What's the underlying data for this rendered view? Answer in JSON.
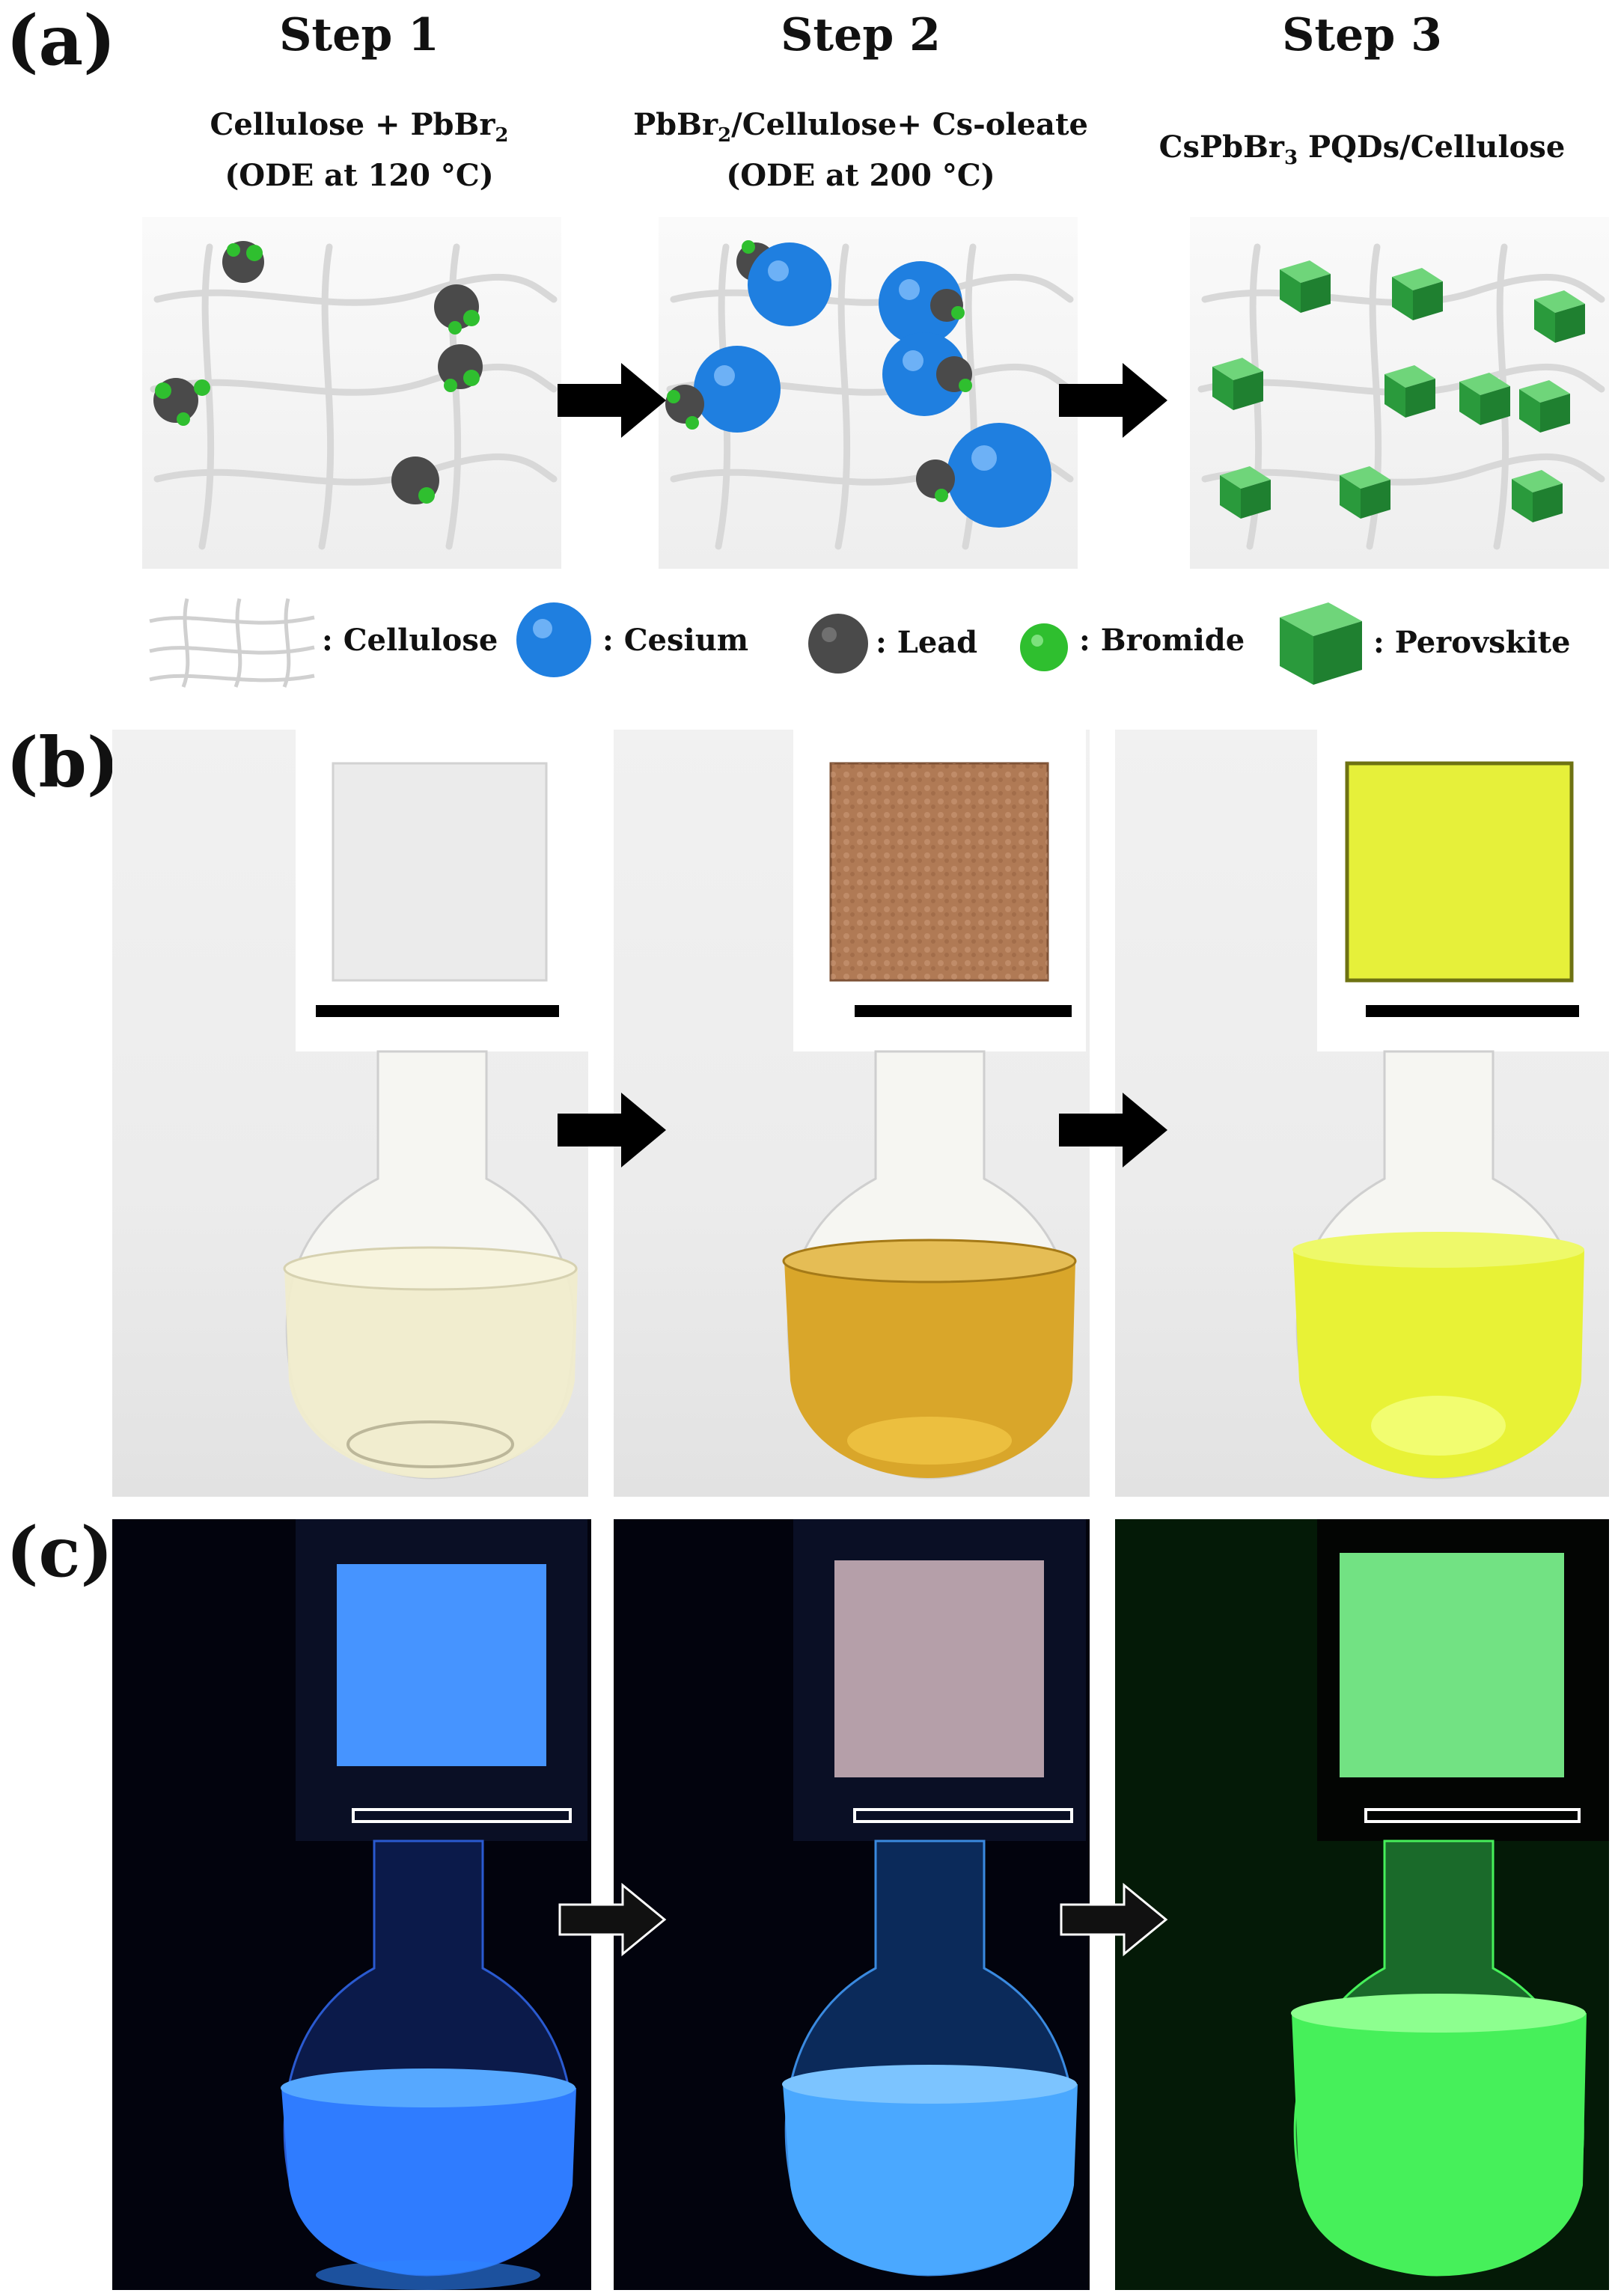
{
  "panels": {
    "a": "(a)",
    "b": "(b)",
    "c": "(c)"
  },
  "steps": [
    {
      "title": "Step 1",
      "line1_main": "Cellulose + PbBr",
      "line1_sub": "2",
      "line1_rest": "",
      "line2": "(ODE at 120 °C)"
    },
    {
      "title": "Step 2",
      "line1_main": "PbBr",
      "line1_sub": "2",
      "line1_rest": "/Cellulose+ Cs-oleate",
      "line2": "(ODE at 200 °C)"
    },
    {
      "title": "Step 3",
      "line1_main": "CsPbBr",
      "line1_sub": "3",
      "line1_rest": " PQDs/Cellulose",
      "line2": ""
    }
  ],
  "legend": {
    "cellulose": ": Cellulose",
    "cesium": ": Cesium",
    "lead": ": Lead",
    "bromide": ": Bromide",
    "perovskite": ": Perovskite"
  },
  "colors": {
    "cesium": "#1f7fe0",
    "lead": "#4a4a4a",
    "bromide": "#2fbf2f",
    "perovskite": "#26a33a",
    "arrow": "#000000",
    "paper_white": "#ebebeb",
    "paper_brown": "#b07a55",
    "paper_yellow": "#e6f03a",
    "liquid_clear": "#f0eccc",
    "liquid_amber": "#d9a62a",
    "liquid_yellow": "#e8f236",
    "uv_blue": "#2e86ff",
    "uv_green": "#46f05a"
  }
}
